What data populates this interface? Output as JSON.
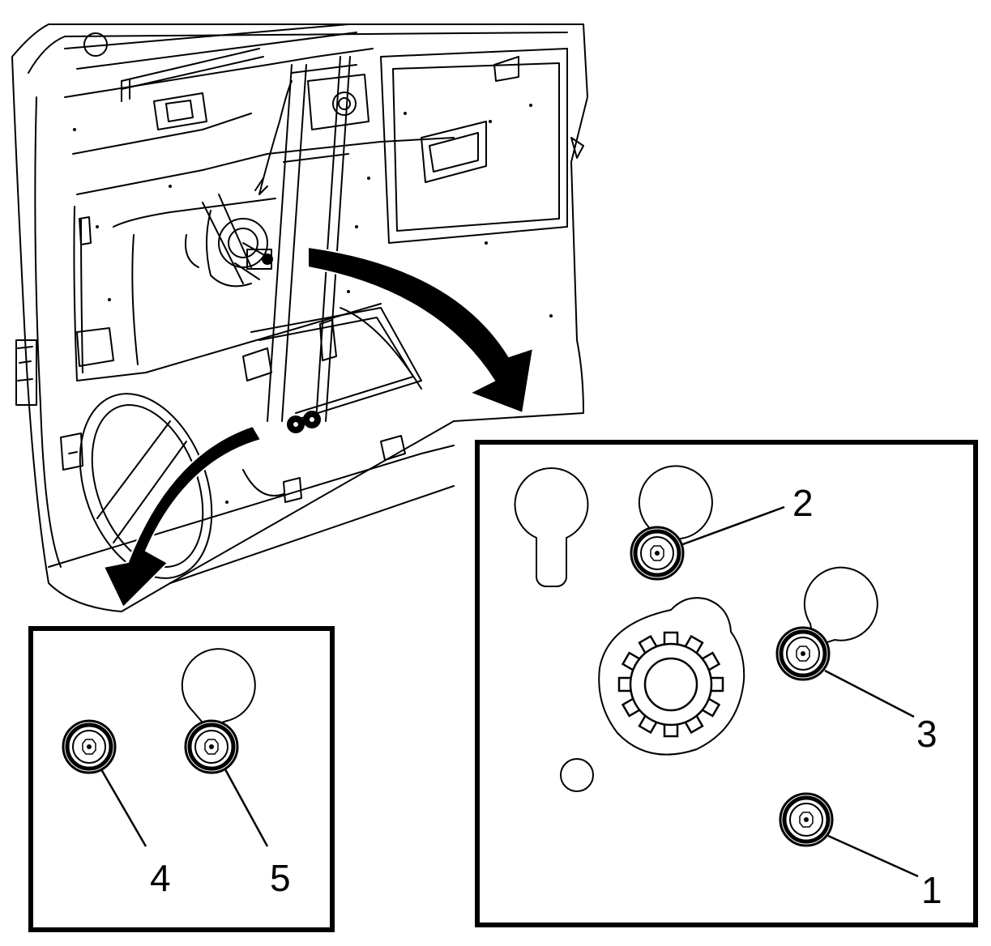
{
  "callouts": {
    "c1": "1",
    "c2": "2",
    "c3": "3",
    "c4": "4",
    "c5": "5"
  },
  "colors": {
    "line": "#000000",
    "background": "#ffffff"
  },
  "icons": {
    "fastener": "torx-bolt-icon",
    "arrow": "curved-arrow-icon"
  }
}
